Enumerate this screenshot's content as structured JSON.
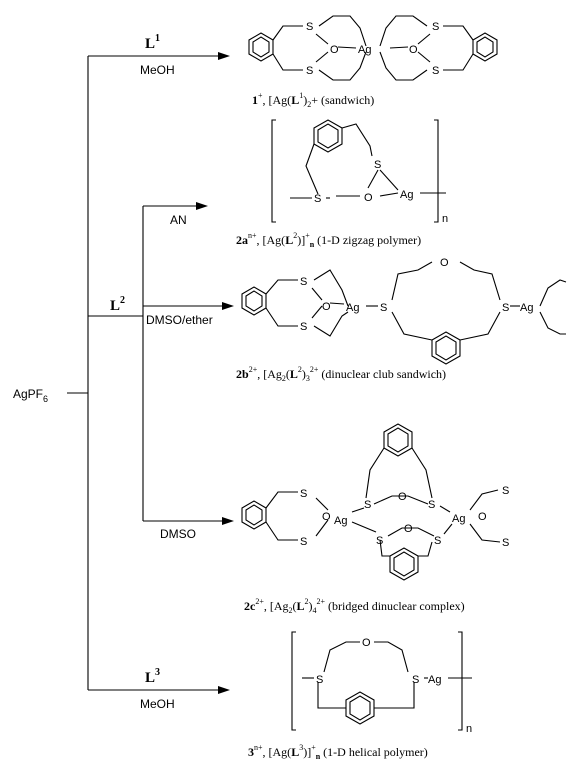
{
  "reagent": {
    "base": "AgPF",
    "sub": "6"
  },
  "branches": [
    {
      "ligand": {
        "base": "L",
        "sup": "1"
      },
      "solvent": "MeOH"
    },
    {
      "ligand": {
        "base": "L",
        "sup": "2"
      },
      "solvent": ""
    },
    {
      "ligand": {
        "base": "L",
        "sup": "3"
      },
      "solvent": "MeOH"
    }
  ],
  "sub_solvents": [
    "AN",
    "DMSO/ether",
    "DMSO"
  ],
  "captions": [
    {
      "id": "1",
      "charge": "+",
      "formula": ", [Ag(",
      "lig": "L",
      "lsup": "1",
      "tail": ")",
      "tsub": "2",
      "tsup": "+",
      "desc": " (sandwich)"
    },
    {
      "id": "2a",
      "charge": "n+",
      "formula": ", [Ag(",
      "lig": "L",
      "lsup": "2",
      "tail": ")]",
      "tsub": "n",
      "tsup": "+",
      "desc": " (1-D zigzag polymer)"
    },
    {
      "id": "2b",
      "charge": "2+",
      "formula": ", [Ag",
      "fsub": "2",
      "mid": "(",
      "lig": "L",
      "lsup": "2",
      "tail": ")",
      "tsub": "3",
      "tsup": "2+",
      "desc": " (dinuclear club sandwich)"
    },
    {
      "id": "2c",
      "charge": "2+",
      "formula": ", [Ag",
      "fsub": "2",
      "mid": "(",
      "lig": "L",
      "lsup": "2",
      "tail": ")",
      "tsub": "4",
      "tsup": "2+",
      "desc": " (bridged dinuclear complex)"
    },
    {
      "id": "3",
      "charge": "n+",
      "formula": ", [Ag(",
      "lig": "L",
      "lsup": "3",
      "tail": ")]",
      "tsub": "n",
      "tsup": "+",
      "desc": " (1-D helical polymer)"
    }
  ],
  "atoms": {
    "S": "S",
    "O": "O",
    "Ag": "Ag",
    "n": "n"
  }
}
